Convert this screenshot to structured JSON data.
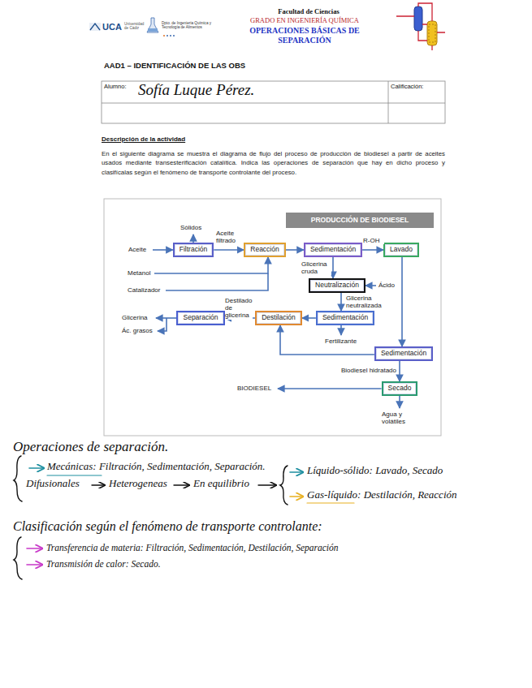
{
  "diagram": {
    "title": "AAD1 – IDENTIFICACIÓN DE LAS OBS",
    "nodes": [
      {
        "text": [
          "PRODUCCIÓN DE BIODIESEL"
        ]
      },
      {
        "text": [
          "Filtración"
        ]
      },
      {
        "text": [
          "Reacción"
        ]
      },
      {
        "text": [
          "Sedimentación"
        ]
      },
      {
        "text": [
          "Lavado"
        ]
      },
      {
        "text": [
          "Neutralización"
        ]
      },
      {
        "text": [
          "Sedimentación"
        ]
      },
      {
        "text": [
          "Destilación"
        ]
      },
      {
        "text": [
          "Separación"
        ]
      },
      {
        "text": [
          "Sedimentación"
        ]
      },
      {
        "text": [
          "Secado"
        ]
      }
    ],
    "edges": [
      {
        "from": 1,
        "to": 2,
        "label": "Aceite filtrado",
        "arrow": "to"
      },
      {
        "from": 2,
        "to": 3,
        "arrow": "to"
      },
      {
        "from": 3,
        "to": 4,
        "label": "R-OH",
        "arrow": "to"
      },
      {
        "from": 3,
        "to": 5,
        "label": "Glicerina cruda",
        "arrow": "to"
      },
      {
        "from": 5,
        "to": 6,
        "label": "Glicerina neutralizada",
        "arrow": "to"
      },
      {
        "from": 6,
        "to": 7,
        "arrow": "to"
      },
      {
        "from": 7,
        "to": 8,
        "label": "Destilado de glicerina",
        "arrow": "to"
      },
      {
        "from": 4,
        "to": 9,
        "arrow": "to"
      },
      {
        "from": 9,
        "to": 10,
        "label": "Biodiesel hidratado",
        "arrow": "to"
      },
      {
        "from": 9,
        "to": 7,
        "arrow": "to"
      }
    ],
    "labels": [
      "UCA",
      "Universidad de Cádiz",
      "Dpto. de Ingeniería Química y Tecnología de Alimentos",
      "Facultad de Ciencias",
      "GRADO EN INGENIERÍA QUÍMICA",
      "OPERACIONES BÁSICAS DE SEPARACIÓN",
      "Alumno:",
      "Sofía Luque Pérez.",
      "Calificación:",
      "Descripción de la actividad",
      "En el siguiente diagrama se muestra el diagrama de flujo del proceso de producción de biodiesel a partir de aceites usados mediante transesterificación catalítica. Indica las operaciones de separación que hay en dicho proceso y clasifícalas según el fenómeno de transporte controlante del proceso.",
      "Aceite",
      "Sólidos",
      "Metanol",
      "Catalizador",
      "Ácido",
      "Glicerina",
      "Ác. grasos",
      "Fertilizante",
      "BIODIESEL",
      "Agua y volátiles",
      "Operaciones de separación.",
      "Mecánicas: Filtración, Sedimentación, Separación.",
      "Difusionales",
      "Heterogeneas",
      "En equilibrio",
      "Líquido-sólido: Lavado, Secado",
      "Gas-líquido: Destilación, Reacción",
      "Clasificación según el fenómeno de transporte controlante:",
      "Transferencia de materia: Filtración, Sedimentación, Destilación, Separación",
      "Transmisión de calor: Secado."
    ]
  }
}
